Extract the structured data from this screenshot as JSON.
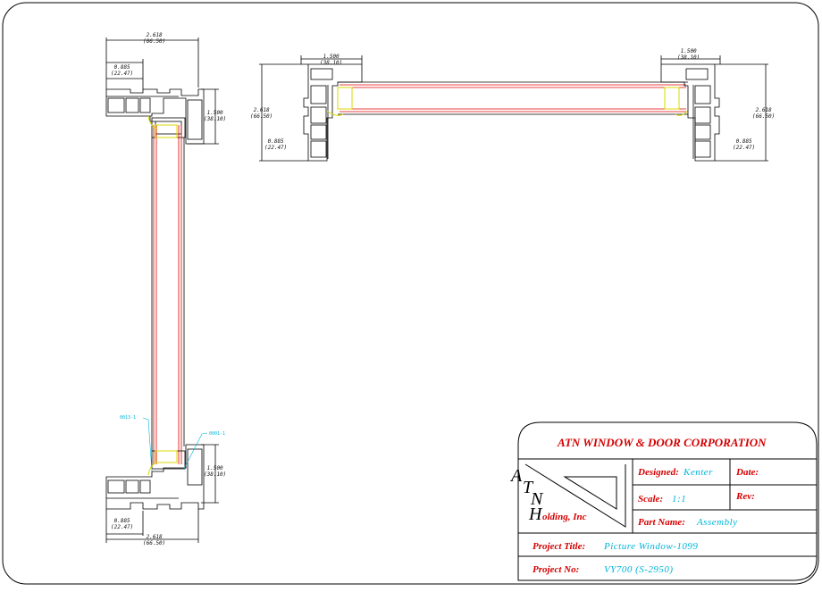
{
  "title_block": {
    "company": "ATN WINDOW & DOOR CORPORATION",
    "logo_letters": [
      "A",
      "T",
      "N",
      "H"
    ],
    "logo_holding_text": "olding, Inc",
    "designed_label": "Designed:",
    "designed_value": "Kenter",
    "date_label": "Date:",
    "date_value": "",
    "scale_label": "Scale:",
    "scale_value": "1:1",
    "rev_label": "Rev:",
    "rev_value": "",
    "part_name_label": "Part Name:",
    "part_name_value": "Assembly",
    "project_title_label": "Project Title:",
    "project_title_value": "Picture Window-1099",
    "project_no_label": "Project No:",
    "project_no_value": "VY700 (S-2950)"
  },
  "dimensions": {
    "vertical_top_width": [
      "2.618",
      "(66.50)"
    ],
    "vertical_top_depth": [
      "0.885",
      "(22.47)"
    ],
    "vertical_top_height": [
      "1.500",
      "(38.10)"
    ],
    "vertical_bottom_height": [
      "1.500",
      "(38.10)"
    ],
    "vertical_bottom_depth": [
      "0.885",
      "(22.47)"
    ],
    "vertical_bottom_width": [
      "2.618",
      "(66.50)"
    ],
    "horiz_left_top": [
      "1.500",
      "(38.10)"
    ],
    "horiz_left_height": [
      "2.618",
      "(66.50)"
    ],
    "horiz_left_depth": [
      "0.885",
      "(22.47)"
    ],
    "horiz_right_top": [
      "1.500",
      "(38.10)"
    ],
    "horiz_right_height": [
      "2.618",
      "(66.50)"
    ],
    "horiz_right_depth": [
      "0.885",
      "(22.47)"
    ]
  },
  "callouts": {
    "left": "0013-1",
    "right": "0001-1"
  },
  "colors": {
    "frame_line": "#000000",
    "glass_line": "#e00000",
    "gasket": "#d8d800",
    "callout": "#00b4d8",
    "title_red": "#d40000",
    "value_cyan": "#00b4d8"
  }
}
